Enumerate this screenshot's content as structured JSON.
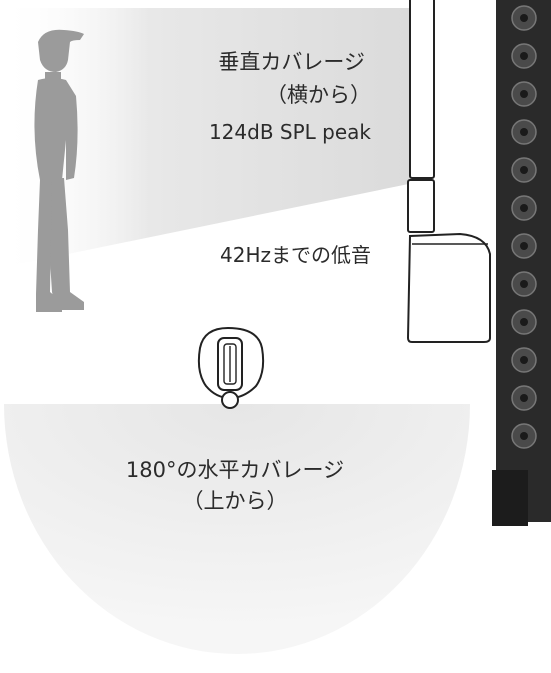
{
  "labels": {
    "vertical_title": "垂直カバレージ",
    "vertical_sub": "（横から）",
    "spl": "124dB SPL peak",
    "bass": "42Hzまでの低音",
    "horizontal_title": "180°の水平カバレージ",
    "horizontal_sub": "（上から）"
  },
  "colors": {
    "coverage_gray": "#e3e3e3",
    "person_gray": "#9b9b9b",
    "outline": "#222222",
    "array_dark": "#2a2a2a"
  }
}
